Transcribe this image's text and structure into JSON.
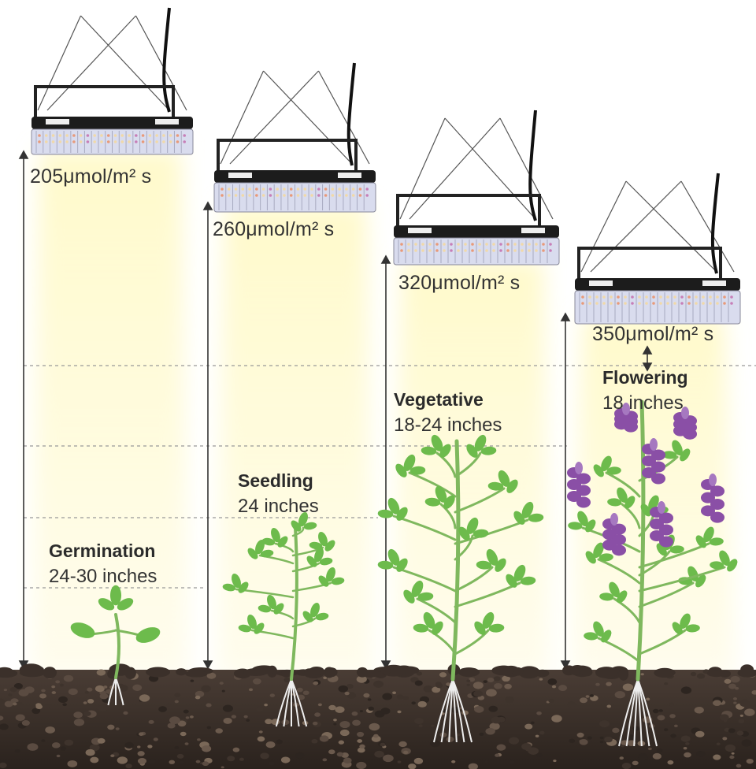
{
  "stages": [
    {
      "id": "germination",
      "name": "Germination",
      "distance": "24-30 inches",
      "ppfd": "205μmol/m² s"
    },
    {
      "id": "seedling",
      "name": "Seedling",
      "distance": "24 inches",
      "ppfd": "260μmol/m² s"
    },
    {
      "id": "vegetative",
      "name": "Vegetative",
      "distance": "18-24 inches",
      "ppfd": "320μmol/m² s"
    },
    {
      "id": "flowering",
      "name": "Flowering",
      "distance": "18 inches",
      "ppfd": "350μmol/m² s"
    }
  ],
  "icons": {
    "grow_light": "led-grow-light-icon",
    "plant": "plant-icon",
    "arrow": "double-arrow-icon",
    "soil": "soil-icon"
  },
  "colors": {
    "light_glow": "#fff6b0",
    "leaf": "#6dbb4c",
    "flower": "#8a4fa6",
    "soil": "#3a302a",
    "lamp_body": "#1c1c1c",
    "lamp_panel": "#d9dcee"
  }
}
